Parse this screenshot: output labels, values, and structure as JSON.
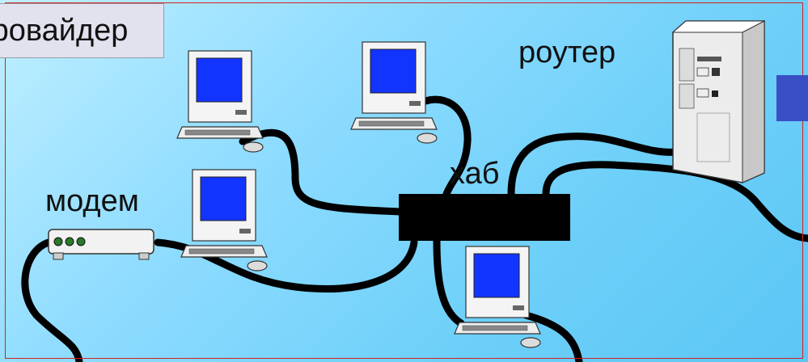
{
  "labels": {
    "provider": "провайдер",
    "router": "роутер",
    "hub": "хаб",
    "modem": "модем"
  },
  "colors": {
    "background_start": "#bfefff",
    "background_end": "#5cc6f5",
    "frame_border": "#d42020",
    "screen": "#1234ff",
    "cable": "#000000",
    "hub": "#000000",
    "provider_box": "#e2e2ee",
    "edge_box": "#3a4fc4",
    "modem_leds": "#2a7a2a"
  },
  "icons": [
    "computer-icon",
    "modem-icon",
    "hub-icon",
    "router-server-icon"
  ]
}
